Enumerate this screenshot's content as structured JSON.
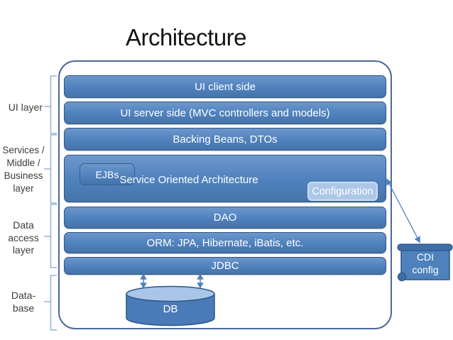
{
  "title": "Architecture",
  "bars": [
    {
      "label": "UI client side"
    },
    {
      "label": "UI server side (MVC controllers and models)"
    },
    {
      "label": "Backing Beans, DTOs"
    },
    {
      "label": "Service Oriented Architecture"
    },
    {
      "label": "DAO"
    },
    {
      "label": "ORM: JPA, Hibernate, iBatis, etc."
    },
    {
      "label": "JDBC"
    }
  ],
  "soa": {
    "ejbs_label": "EJBs",
    "config_label": "Configuration"
  },
  "side_labels": {
    "ui_layer": "UI layer",
    "services": [
      "Services /",
      "Middle /",
      "Business",
      "layer"
    ],
    "data_access": [
      "Data",
      "access",
      "layer"
    ],
    "database": [
      "Data-",
      "base"
    ]
  },
  "database": {
    "db_label": "DB"
  },
  "cdi": {
    "line1": "CDI",
    "line2": "config"
  },
  "colors": {
    "bar_fill": "#4f81bd",
    "bar_border": "#2e5684",
    "config_fill": "#adc7e8",
    "bracket": "#95b3d7",
    "container_border": "#4a6a9b",
    "connector": "#4f81bd",
    "cylinder_top": "#a9c6e8"
  }
}
